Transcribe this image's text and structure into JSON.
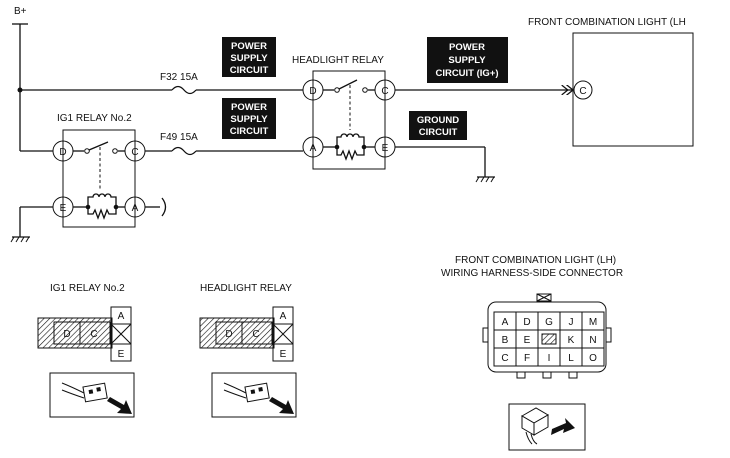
{
  "schematic": {
    "supply_label": "B+",
    "fuse_1_label": "F32 15A",
    "fuse_2_label": "F49 15A",
    "ig1_relay_title": "IG1 RELAY No.2",
    "headlight_relay_title": "HEADLIGHT RELAY",
    "front_light_title": "FRONT COMBINATION LIGHT (LH",
    "boxes": {
      "power_supply_1": [
        "POWER",
        "SUPPLY",
        "CIRCUIT"
      ],
      "power_supply_2": [
        "POWER",
        "SUPPLY",
        "CIRCUIT"
      ],
      "power_supply_ig": [
        "POWER",
        "SUPPLY",
        "CIRCUIT (IG+)"
      ],
      "ground": [
        "GROUND",
        "CIRCUIT"
      ]
    },
    "ig1_pins": {
      "d": "D",
      "c": "C",
      "e": "E",
      "a": "A"
    },
    "headlight_pins": {
      "d": "D",
      "c": "C",
      "a": "A",
      "e": "E"
    },
    "front_light_pin": "C"
  },
  "connectors": {
    "ig1_title": "IG1 RELAY No.2",
    "headlight_title": "HEADLIGHT RELAY",
    "relay_cells": {
      "d": "D",
      "c": "C",
      "a": "A",
      "e": "E"
    },
    "front_title_line1": "FRONT COMBINATION LIGHT (LH)",
    "front_title_line2": "WIRING HARNESS-SIDE CONNECTOR",
    "front_grid": [
      [
        "A",
        "D",
        "G",
        "J",
        "M"
      ],
      [
        "B",
        "E",
        "",
        "K",
        "N"
      ],
      [
        "C",
        "F",
        "I",
        "L",
        "O"
      ]
    ]
  }
}
